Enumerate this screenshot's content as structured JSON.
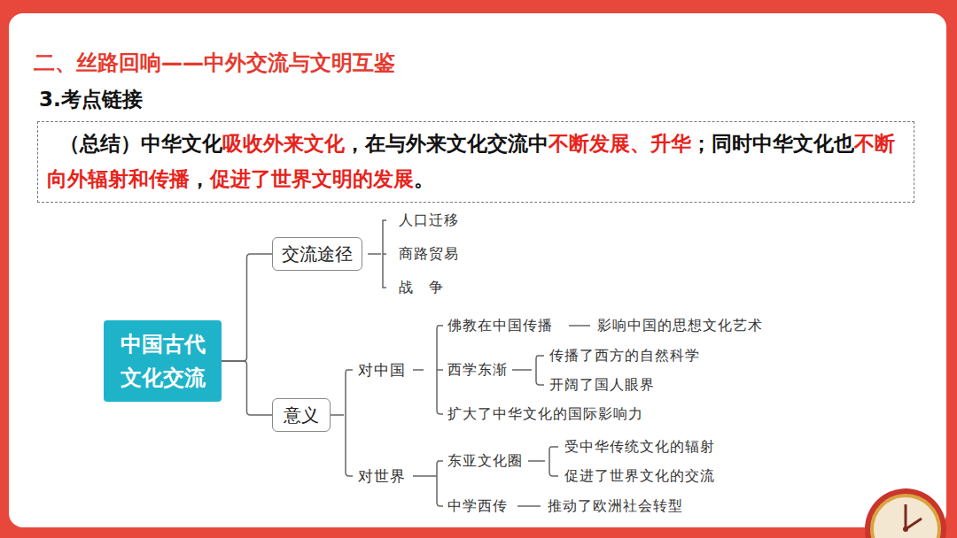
{
  "diagram": {
    "title": "二、丝路回响——中外交流与文明互鉴",
    "nodes": [
      {
        "text": [
          "（总结）中华文化",
          "吸收外来文化",
          "，在与外来文化交流中",
          "不断发展、升华",
          "；同时中华文化也",
          "不断向外辐射和传播",
          "，",
          "促进了世界文明的发展",
          "。"
        ]
      },
      {
        "text": [
          "中国古代 文化交流"
        ]
      },
      {
        "text": [
          "交流途径"
        ]
      },
      {
        "text": [
          "意义"
        ]
      }
    ],
    "edges": [
      {
        "from": 1,
        "to": 2,
        "arrow": "none"
      },
      {
        "from": 1,
        "to": 3,
        "arrow": "none"
      }
    ],
    "labels": [
      "3.考点链接",
      "人口迁移",
      "商路贸易",
      "战　争",
      "对中国",
      "对世界",
      "佛教在中国传播",
      "影响中国的思想文化艺术",
      "西学东渐",
      "传播了西方的自然科学",
      "开阔了国人眼界",
      "扩大了中华文化的国际影响力",
      "东亚文化圈",
      "受中华传统文化的辐射",
      "促进了世界文化的交流",
      "中学西传",
      "推动了欧洲社会转型"
    ]
  }
}
